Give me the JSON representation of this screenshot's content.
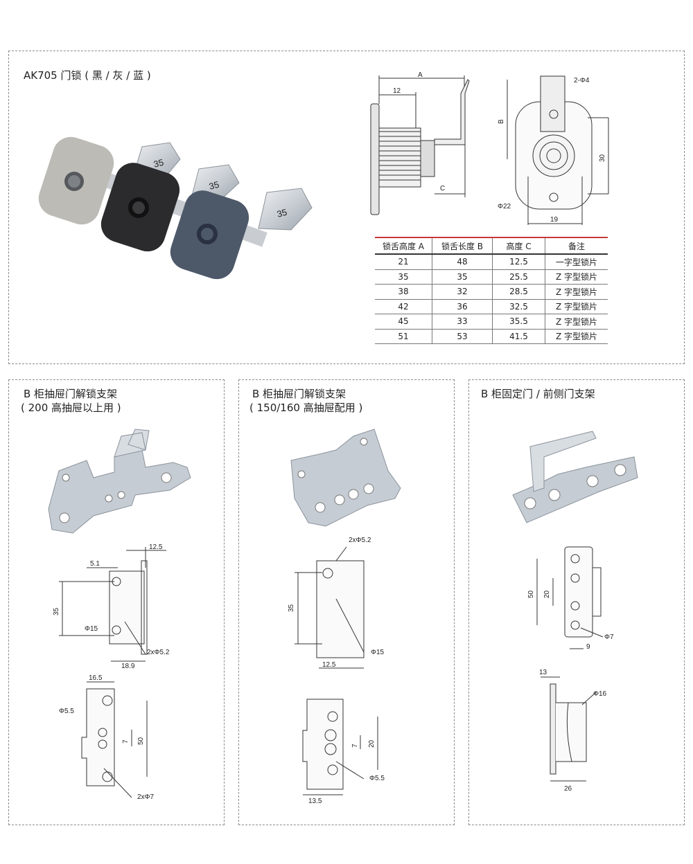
{
  "top": {
    "title": "AK705 门锁 ( 黑 / 灰 / 蓝 )",
    "product_image_labels": [
      "35",
      "35",
      "35"
    ],
    "drawing_labels": {
      "a": "A",
      "twelve": "12",
      "c": "C",
      "b": "B",
      "two_phi4": "2-Φ4",
      "thirty": "30",
      "phi22": "Φ22",
      "nineteen": "19"
    },
    "table": {
      "headers": [
        "锁舌高度 A",
        "锁舌长度 B",
        "高度 C",
        "备注"
      ],
      "rows": [
        [
          "21",
          "48",
          "12.5",
          "一字型锁片"
        ],
        [
          "35",
          "35",
          "25.5",
          "Z 字型锁片"
        ],
        [
          "38",
          "32",
          "28.5",
          "Z 字型锁片"
        ],
        [
          "42",
          "36",
          "32.5",
          "Z 字型锁片"
        ],
        [
          "45",
          "33",
          "35.5",
          "Z 字型锁片"
        ],
        [
          "51",
          "53",
          "41.5",
          "Z 字型锁片"
        ]
      ]
    }
  },
  "panels": [
    {
      "title_line1": "B 柜抽屉门解锁支架",
      "title_line2": "( 200 高抽屉以上用 )",
      "dims": {
        "d1": "12.5",
        "d2": "5.1",
        "d3": "35",
        "d4": "Φ15",
        "d5": "2xΦ5.2",
        "d6": "18.9",
        "d7": "16.5",
        "d8": "Φ5.5",
        "d9": "7",
        "d10": "50",
        "d11": "2xΦ7"
      }
    },
    {
      "title_line1": "B 柜抽屉门解锁支架",
      "title_line2": "( 150/160 高抽屉配用 )",
      "dims": {
        "d1": "2xΦ5.2",
        "d2": "35",
        "d3": "Φ15",
        "d4": "12.5",
        "d5": "7",
        "d6": "20",
        "d7": "Φ5.5",
        "d8": "13.5"
      }
    },
    {
      "title_line1": "B 柜固定门 / 前侧门支架",
      "dims": {
        "d1": "50",
        "d2": "20",
        "d3": "Φ7",
        "d4": "9",
        "d5": "13",
        "d6": "Φ16",
        "d7": "26"
      }
    }
  ],
  "colors": {
    "lock_grey": "#bdbbb6",
    "lock_black": "#2b2b2d",
    "lock_blue": "#4d5869",
    "table_accent": "#c43a3a",
    "border": "#8a8a8a"
  }
}
